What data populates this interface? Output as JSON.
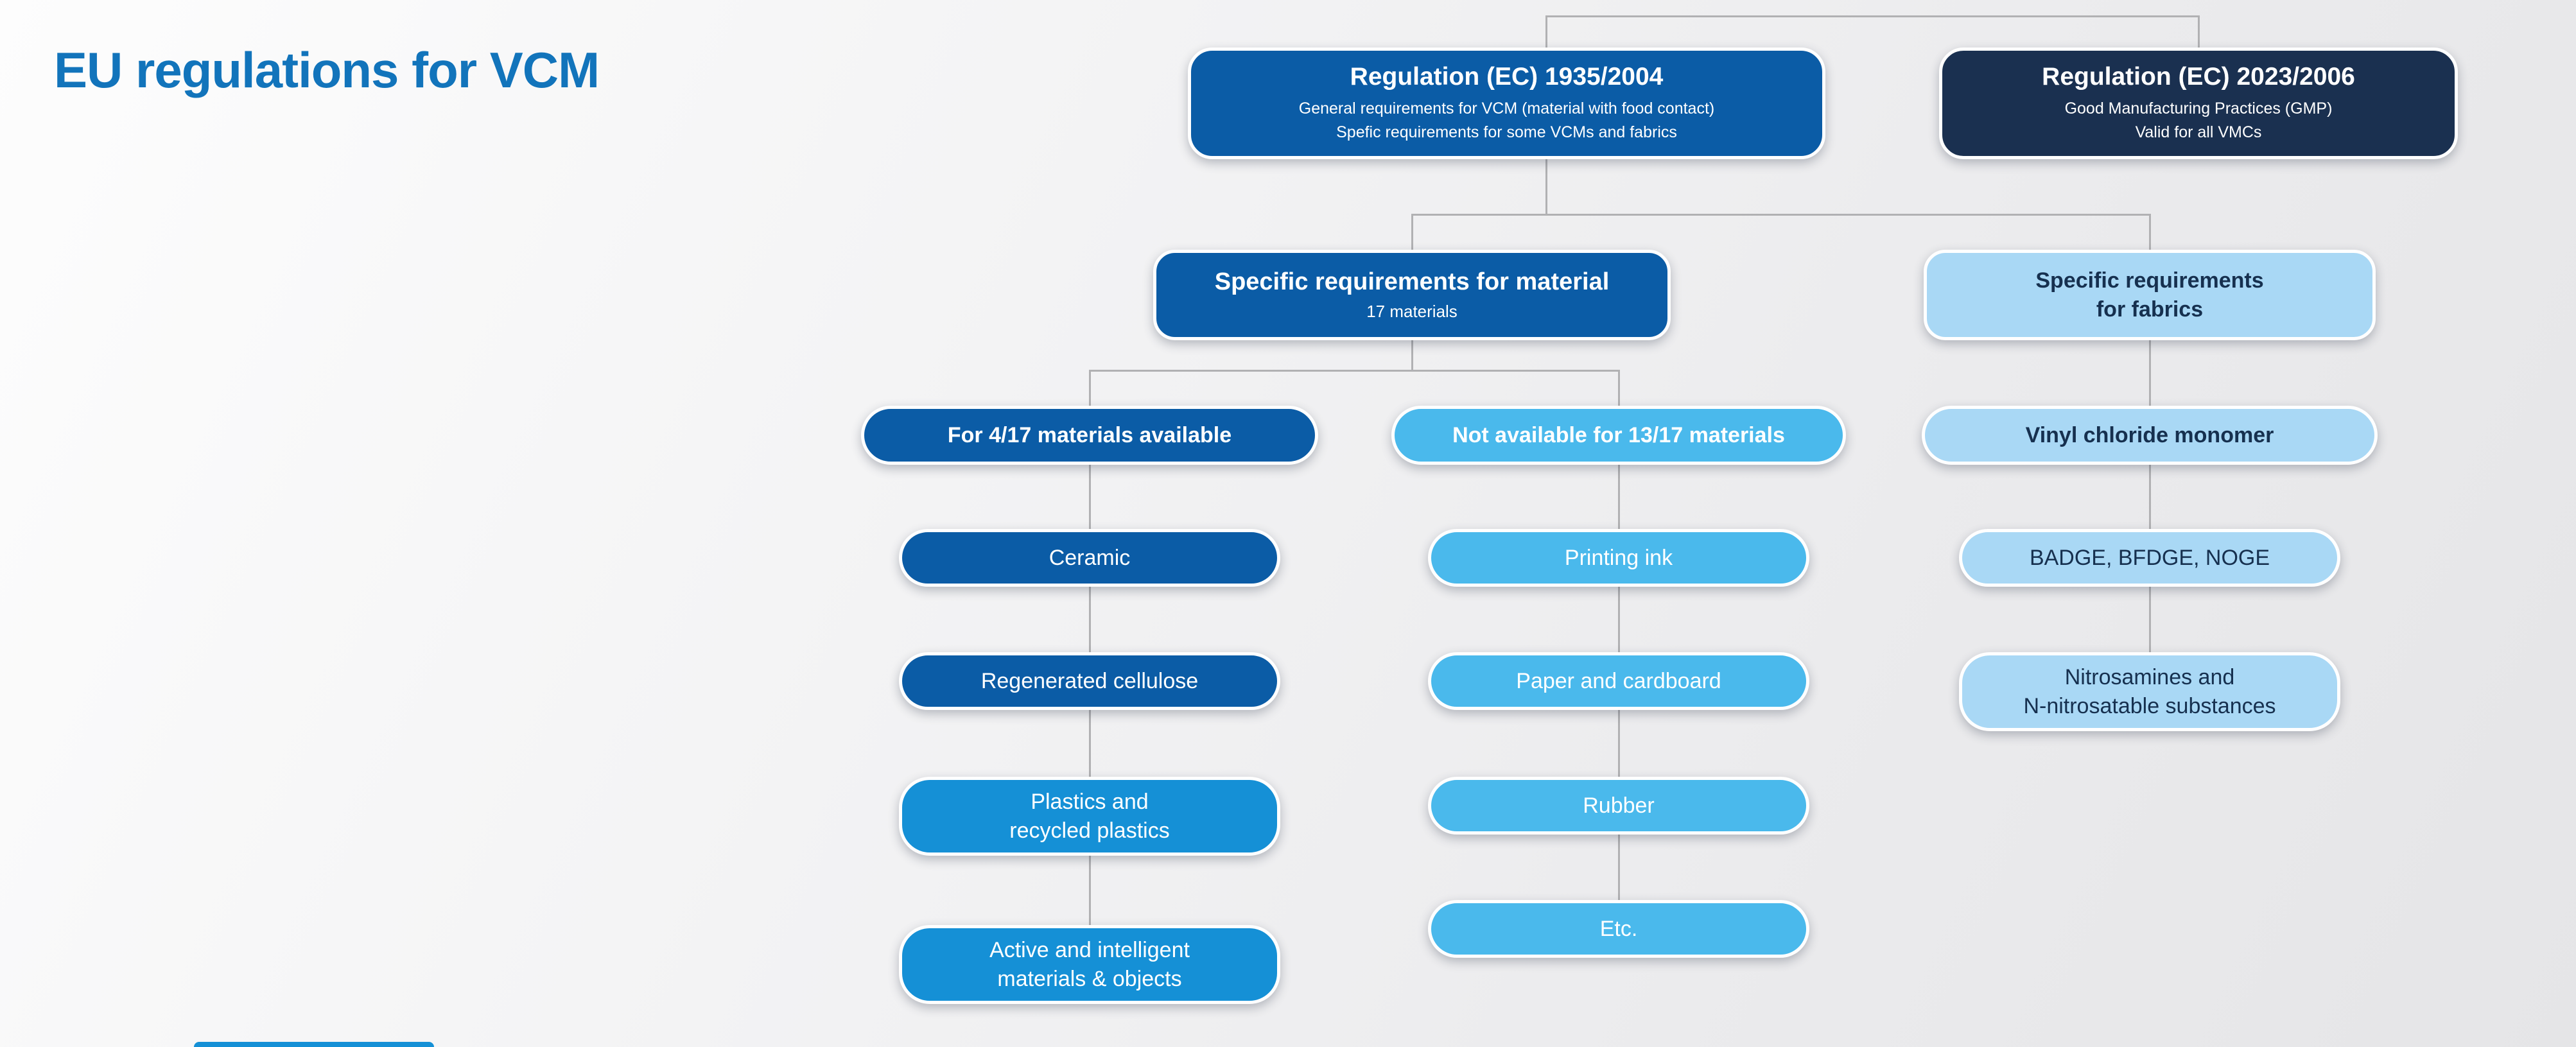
{
  "page": {
    "title": "EU regulations for VCM"
  },
  "colors": {
    "titleBlue": "#1274bb",
    "darkBlue": "#0b5ca6",
    "navy": "#1a3050",
    "mediumBlue": "#1590d6",
    "skyBlue": "#4ab9ec",
    "lightBlue": "#a9d8f5",
    "navyText": "#16304f",
    "connectorGray": "#b1b1b3"
  },
  "nodes": {
    "reg1935": {
      "title": "Regulation (EC) 1935/2004",
      "subtitle": "General requirements for VCM (material with food contact)\nSpefic requirements for some VCMs and fabrics"
    },
    "reg2023": {
      "title": "Regulation (EC) 2023/2006",
      "subtitle": "Good Manufacturing Practices (GMP)\nValid for all VMCs"
    },
    "material": {
      "title": "Specific requirements for material",
      "subtitle": "17 materials"
    },
    "fabrics": {
      "title": "Specific requirements\nfor fabrics"
    },
    "available": {
      "title": "For 4/17 materials available"
    },
    "notAvailable": {
      "title": "Not available for 13/17 materials"
    },
    "vcm": {
      "title": "Vinyl chloride monomer"
    },
    "availableItems": [
      "Ceramic",
      "Regenerated cellulose",
      "Plastics and\nrecycled plastics",
      "Active and intelligent\nmaterials & objects"
    ],
    "notAvailableItems": [
      "Printing ink",
      "Paper and cardboard",
      "Rubber",
      "Etc."
    ],
    "fabricItems": [
      "BADGE, BFDGE, NOGE",
      "Nitrosamines and\nN-nitrosatable substances"
    ]
  }
}
